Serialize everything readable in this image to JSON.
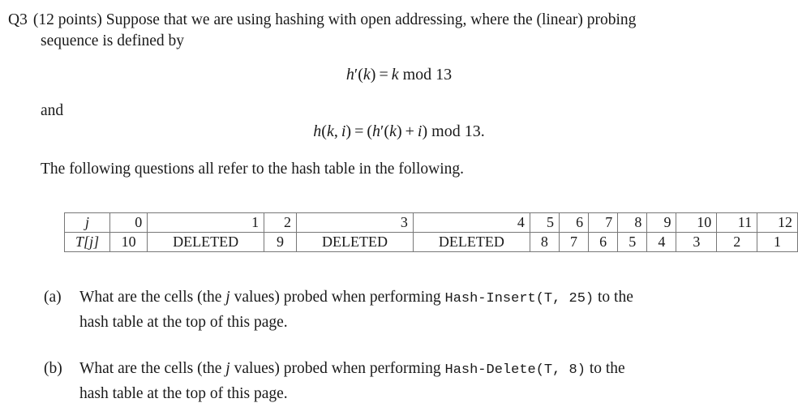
{
  "document": {
    "problem": {
      "label": "Q3",
      "line1": "(12 points) Suppose that we are using hashing with open addressing, where the (linear) probing",
      "line2": "sequence is defined by",
      "and_text": "and",
      "follow_text": "The following questions all refer to the hash table in the following."
    },
    "equations": {
      "eq1": {
        "lhs_fn": "h",
        "lhs_prime": "′",
        "lhs_open": "(",
        "lhs_arg": "k",
        "lhs_close": ")",
        "equals": "=",
        "rhs_var": "k",
        "rhs_mod": "mod",
        "rhs_value": "13"
      },
      "eq2": {
        "lhs_fn": "h",
        "lhs_open": "(",
        "lhs_arg1": "k",
        "lhs_comma": ",",
        "lhs_arg2": "i",
        "lhs_close": ")",
        "equals": "=",
        "rhs_open": "(",
        "rhs_fn": "h",
        "rhs_prime": "′",
        "rhs_inner_open": "(",
        "rhs_inner_arg": "k",
        "rhs_inner_close": ")",
        "rhs_plus": "+",
        "rhs_i": "i",
        "rhs_close": ")",
        "rhs_mod": "mod",
        "rhs_value": "13."
      }
    },
    "hash_table": {
      "row_labels": [
        "j",
        "T[j]"
      ],
      "indices": [
        "0",
        "1",
        "2",
        "3",
        "4",
        "5",
        "6",
        "7",
        "8",
        "9",
        "10",
        "11",
        "12"
      ],
      "values": [
        "10",
        "DELETED",
        "9",
        "DELETED",
        "DELETED",
        "8",
        "7",
        "6",
        "5",
        "4",
        "3",
        "2",
        "1"
      ]
    },
    "subquestions": [
      {
        "label": "(a)",
        "text_before": "What are the cells (the ",
        "var": "j",
        "text_mid": " values) probed when performing ",
        "code": "Hash-Insert(T, 25)",
        "text_after": " to the",
        "line2": "hash table at the top of this page."
      },
      {
        "label": "(b)",
        "text_before": "What are the cells (the ",
        "var": "j",
        "text_mid": " values) probed when performing ",
        "code": "Hash-Delete(T, 8)",
        "text_after": " to the",
        "line2": "hash table at the top of this page."
      }
    ],
    "colors": {
      "text": "#1a1a1a",
      "border": "#777777",
      "background": "#ffffff"
    }
  }
}
